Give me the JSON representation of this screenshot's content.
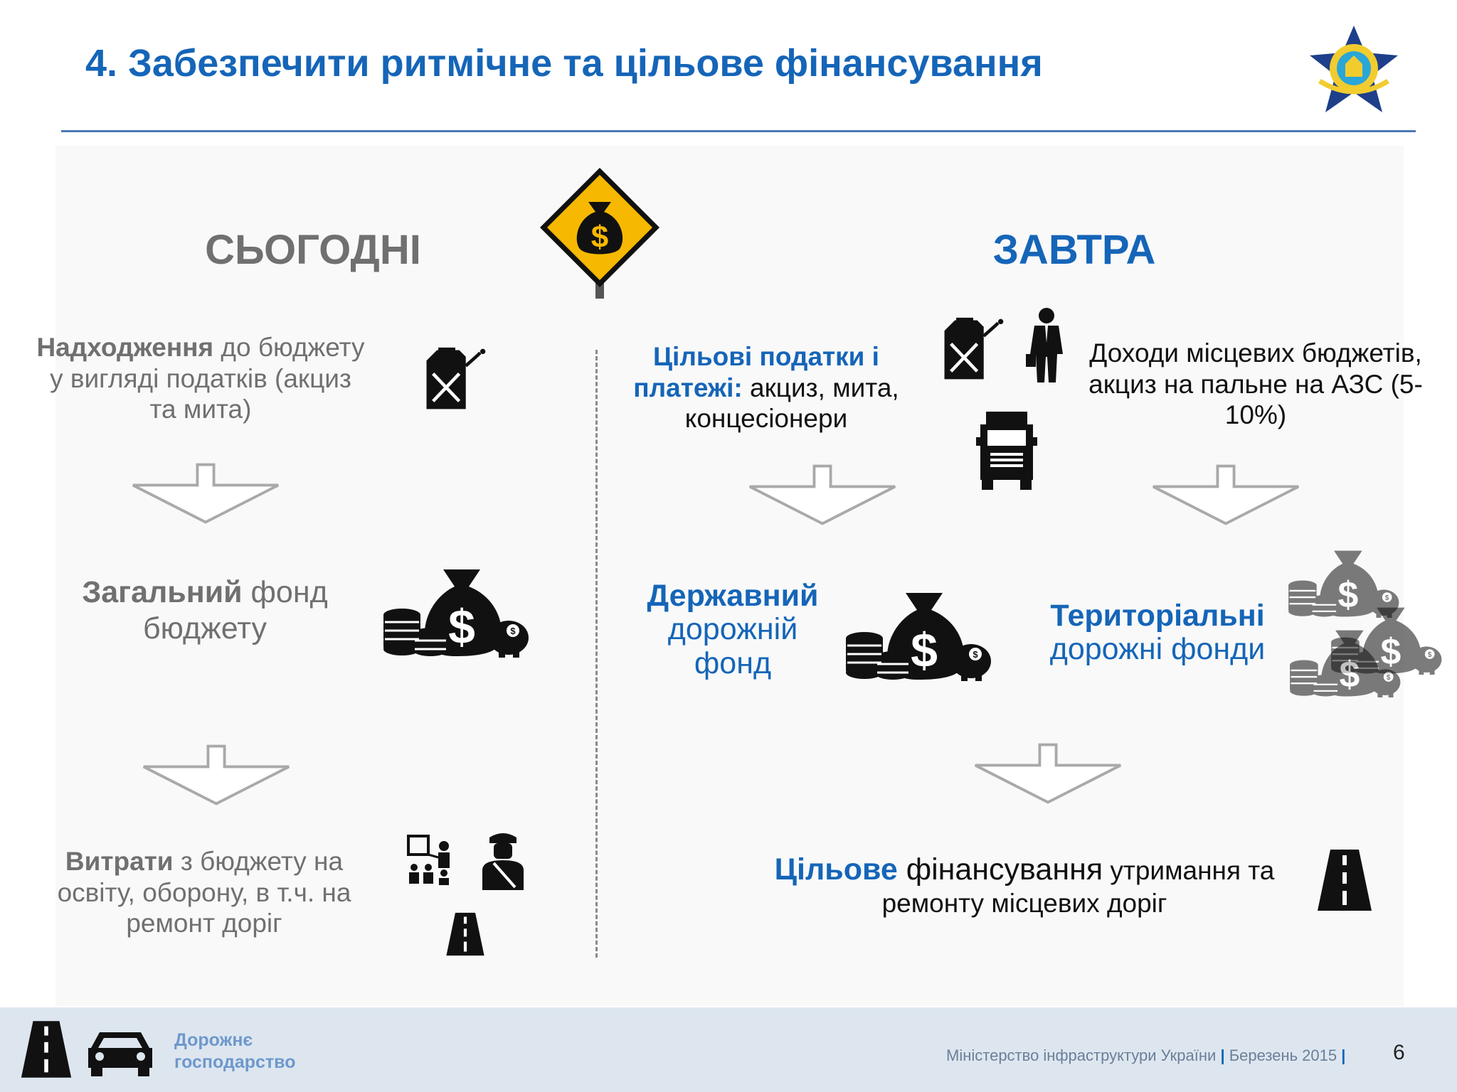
{
  "slide": {
    "title": "4. Забезпечити ритмічне та цільове фінансування"
  },
  "today": {
    "heading": "СЬОГОДНІ",
    "step1": {
      "bold": "Надходження",
      "rest": " до бюджету у вигляді податків (акциз та мита)"
    },
    "step2": {
      "bold": "Загальний",
      "rest": " фонд бюджету"
    },
    "step3": {
      "bold": "Витрати",
      "rest": " з бюджету на освіту, оборону, в т.ч. на ремонт доріг"
    }
  },
  "tomorrow": {
    "heading": "ЗАВТРА",
    "left_source": {
      "bold": "Цільові податки і платежі:",
      "rest": " акциз, мита, концесіонери"
    },
    "right_source": "Доходи місцевих бюджетів, акциз на пальне на АЗС (5-10%)",
    "state_fund": {
      "bold": "Державний",
      "rest": "дорожній фонд"
    },
    "territorial_funds": {
      "bold": "Територіальні",
      "rest": "дорожні фонди"
    },
    "result": {
      "bold": "Цільове",
      "mid": " фінансування",
      "rest": " утримання та ремонту місцевих доріг"
    }
  },
  "icons": [
    "money-bag-warning-sign-icon",
    "fuel-can-icon",
    "businessman-icon",
    "truck-icon",
    "money-savings-icon",
    "teacher-icon",
    "soldier-icon",
    "road-icon",
    "car-icon",
    "emblem-icon"
  ],
  "footer": {
    "brand_line1": "Дорожнє",
    "brand_line2": "господарство",
    "ministry": "Міністерство інфраструктури України",
    "sep": "|",
    "date": "Березень 2015",
    "page": "6"
  },
  "colors": {
    "accent": "#1565b8",
    "gray_text": "#707070",
    "footer_bg": "#dde6ef",
    "sign_yellow": "#f6b800"
  }
}
